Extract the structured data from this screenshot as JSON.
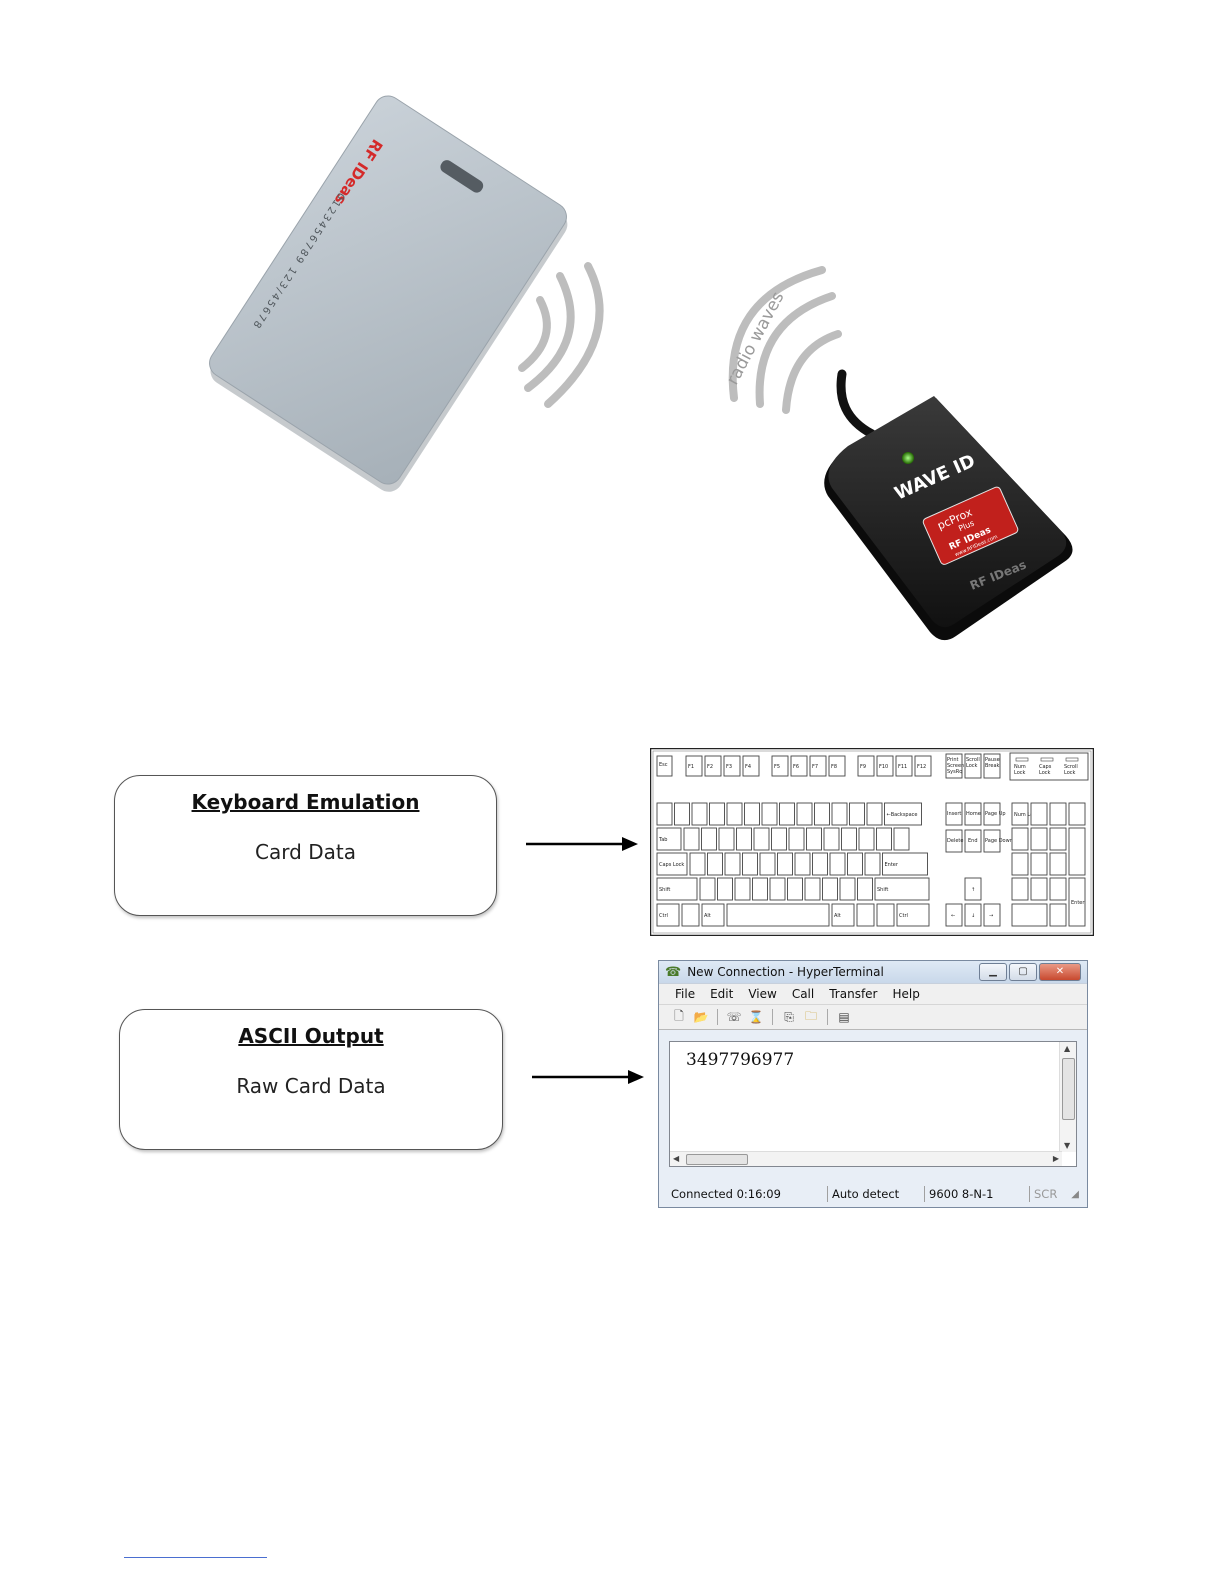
{
  "card": {
    "brand": "RF IDeas",
    "number": "0123456789 123/45678"
  },
  "waves_label": "radio waves",
  "reader": {
    "brand": "WAVE ID",
    "badge_line1": "pcProx",
    "badge_line2": "Plus",
    "badge_brand": "RF IDeas",
    "badge_url": "www.RFIDeas.com",
    "base_brand": "RF IDeas"
  },
  "keyboard_emulation": {
    "title": "Keyboard Emulation",
    "subtitle": "Card Data"
  },
  "ascii_output": {
    "title": "ASCII Output",
    "subtitle": "Raw Card Data"
  },
  "keyboard": {
    "esc": "Esc",
    "fkeys": [
      "F1",
      "F2",
      "F3",
      "F4",
      "F5",
      "F6",
      "F7",
      "F8",
      "F9",
      "F10",
      "F11",
      "F12"
    ],
    "sys": [
      "Print Screen SysRq",
      "Scroll Lock",
      "Pause Break"
    ],
    "locks": [
      "Num Lock",
      "Caps Lock",
      "Scroll Lock"
    ],
    "labels": {
      "backspace": "←Backspace",
      "tab": "Tab",
      "caps": "Caps Lock",
      "enter": "Enter",
      "shift": "Shift",
      "ctrl": "Ctrl",
      "alt": "Alt",
      "insert": "Insert",
      "home": "Home",
      "pageup": "Page Up",
      "delete": "Delete",
      "end": "End",
      "pagedown": "Page Down",
      "numlock": "Num Lock"
    }
  },
  "hyperterminal": {
    "title": "New Connection - HyperTerminal",
    "menu": [
      "File",
      "Edit",
      "View",
      "Call",
      "Transfer",
      "Help"
    ],
    "output": "3497796977",
    "status": [
      "Connected 0:16:09",
      "Auto detect",
      "9600 8-N-1",
      "SCR"
    ]
  }
}
